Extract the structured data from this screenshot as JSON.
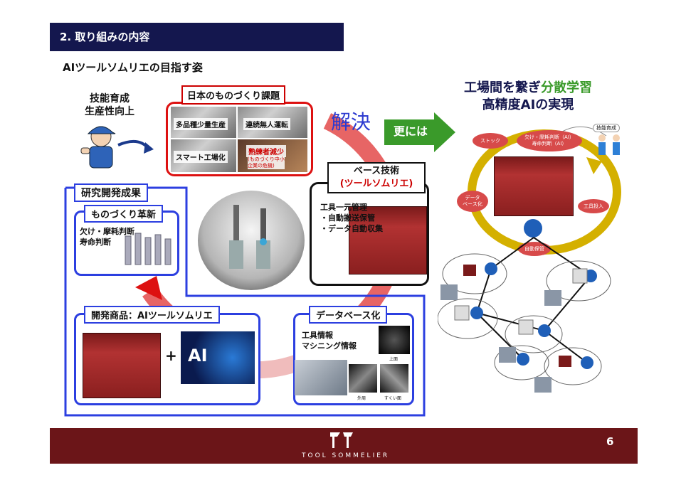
{
  "section": {
    "title": "2. 取り組みの内容"
  },
  "subtitle": "AIツールソムリエの目指す姿",
  "skill_lines": [
    "技能育成",
    "生産性向上"
  ],
  "issues": {
    "label": "日本のものづくり課題",
    "tiles": [
      "多品種少量生産",
      "連続無人運転",
      "スマート工場化",
      "熟練者減少"
    ],
    "tile_sub": [
      "(ものづくり中小",
      "企業の危機)"
    ]
  },
  "solve": "解決",
  "more_button": "更には",
  "right_title": {
    "line1": "工場間を繋ぎ",
    "highlight": "分散学習",
    "line2": "高精度AIの実現"
  },
  "cycle_labels": {
    "skill": "技能育成",
    "stock": "ストック",
    "ai_judge": [
      "欠け・摩耗判断（AI）",
      "寿命判断（AI）"
    ],
    "database": [
      "データ",
      "ベース化"
    ],
    "tool_in": "工具投入",
    "auto_save": "自動保管"
  },
  "base_tech": {
    "label_line1": "ベース技術",
    "label_line2": "(ツールソムリエ)",
    "items": [
      "工具一元管理",
      "・自動搬送保管",
      "・データ自動収集"
    ]
  },
  "research": {
    "label": "研究開発成果",
    "innovation_label": "ものづくり革新",
    "innovation_items": [
      "欠け・摩耗判断",
      "寿命判断"
    ]
  },
  "product": {
    "label": "開発商品：AIツールソムリエ",
    "plus": "+",
    "ai_text": "AI"
  },
  "database": {
    "label": "データベース化",
    "items": [
      "工具情報",
      "マシニング情報"
    ],
    "img_labels": [
      "上面",
      "外周",
      "すくい面"
    ]
  },
  "footer": {
    "brand": "TOOL SOMMELIER",
    "page": "6"
  },
  "colors": {
    "navy": "#14174e",
    "red": "#d11111",
    "blue": "#2c3fe0",
    "green": "#3a9a2a",
    "maroon": "#6b1518",
    "gold": "#d4b000"
  }
}
